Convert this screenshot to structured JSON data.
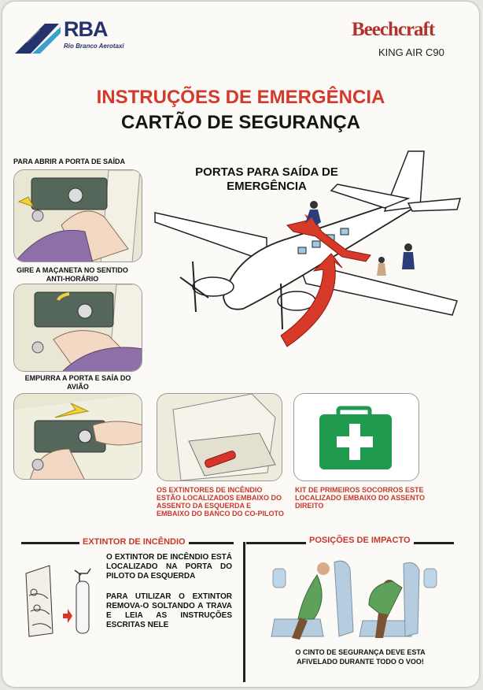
{
  "header": {
    "rba_logo_text": "RBA",
    "rba_logo_sub": "Rio Branco Aerotaxi",
    "beechcraft_logo_text": "Beechcraft",
    "model": "KING AIR C90"
  },
  "titles": {
    "line1": "INSTRUÇÕES DE EMERGÊNCIA",
    "line2": "CARTÃO DE SEGURANÇA"
  },
  "door_steps": [
    {
      "caption": "PARA ABRIR A PORTA DE SAÍDA"
    },
    {
      "caption": "GIRE A MAÇANETA NO SENTIDO ANTI-HORÁRIO"
    },
    {
      "caption": "EMPURRA A PORTA E SAÍA DO AVIÃO"
    }
  ],
  "exits_heading": "PORTAS PARA SAÍDA DE EMERGÊNCIA",
  "extinguisher_panel": {
    "caption": "OS EXTINTORES DE INCÊNDIO ESTÃO LOCALIZADOS EMBAIXO DO ASSENTO DA ESQUERDA E EMBAIXO DO BANCO DO CO-PILOTO"
  },
  "first_aid_panel": {
    "caption": "KIT DE PRIMEIROS SOCORROS ESTE LOCALIZADO EMBAIXO DO ASSENTO DIREITO"
  },
  "fire_extinguisher_section": {
    "title": "EXTINTOR DE INCÊNDIO",
    "text1": "O EXTINTOR DE INCÊNDIO ESTÁ LOCALIZADO NA PORTA DO PILOTO DA ESQUERDA",
    "text2": "PARA UTILIZAR O EXTINTOR REMOVA-O SOLTANDO A TRAVA E LEIA AS INSTRUÇÕES ESCRITAS NELE"
  },
  "impact_section": {
    "title": "POSIÇÕES DE IMPACTO",
    "caption": "O CINTO DE SEGURANÇA DEVE ESTA AFIVELADO DURANTE TODO O VOO!"
  },
  "colors": {
    "accent_red": "#d33a2c",
    "navy": "#24336b",
    "first_aid_green": "#1f9a4f"
  }
}
